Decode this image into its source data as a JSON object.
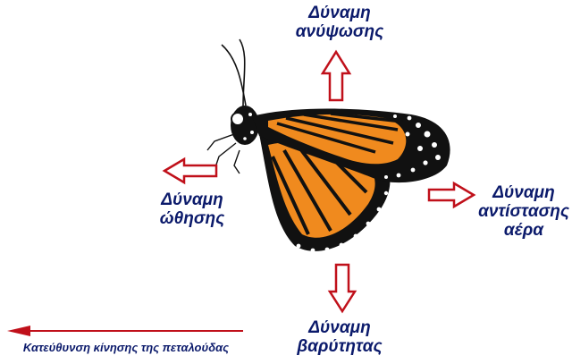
{
  "labels": {
    "lift": [
      "Δύναμη",
      "ανύψωσης"
    ],
    "thrust": [
      "Δύναμη",
      "ώθησης"
    ],
    "drag": [
      "Δύναμη",
      "αντίστασης",
      "αέρα"
    ],
    "gravity": [
      "Δύναμη",
      "βαρύτητας"
    ],
    "direction": "Κατεύθυνση κίνησης της πεταλούδας"
  },
  "colors": {
    "arrow_outline": "#c0101a",
    "label_text": "#0b1a6b",
    "wing_orange": "#f08a1e",
    "wing_black": "#111111"
  },
  "icons": {
    "subject": "monarch-butterfly-icon",
    "force_arrow": "hollow-arrow-icon",
    "direction_arrow": "thin-red-arrow-icon"
  }
}
